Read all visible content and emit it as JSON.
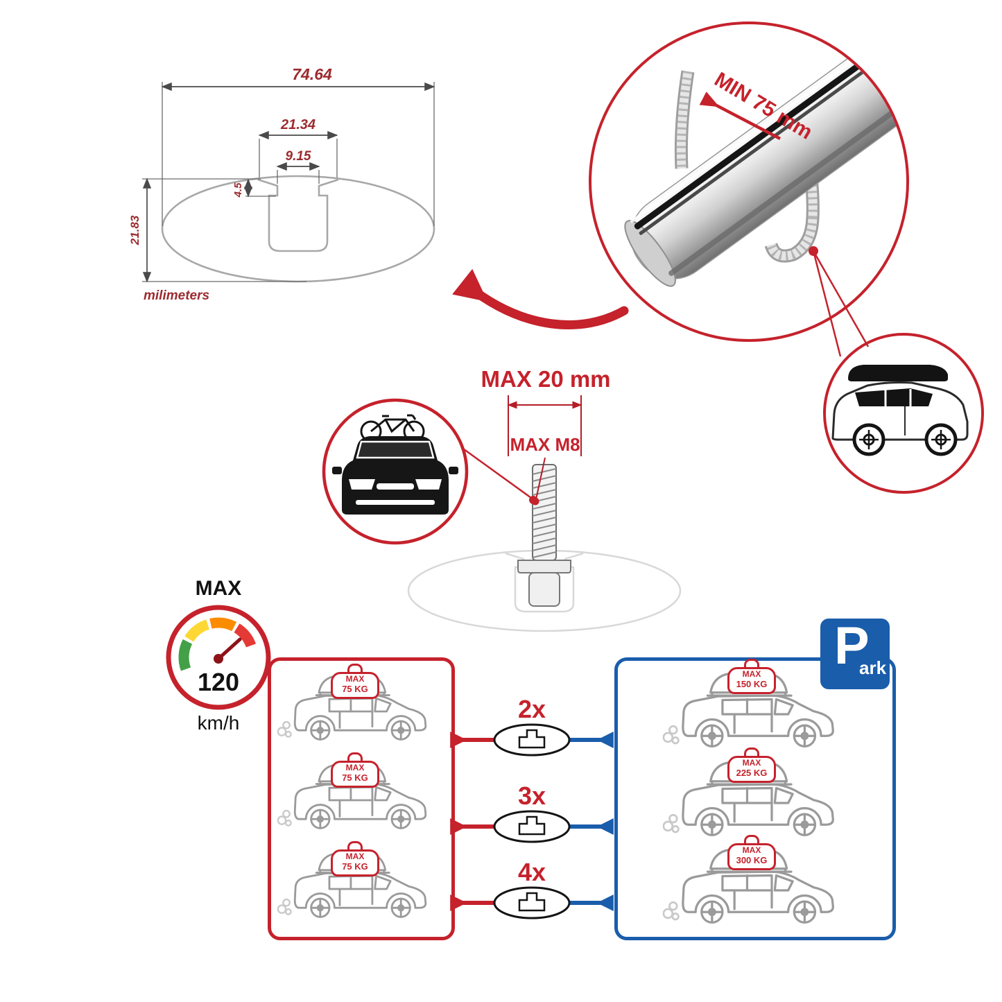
{
  "profile_dimensions": {
    "total_width": "74.64",
    "channel_width": "21.34",
    "slot_width": "9.15",
    "slot_depth": "4.5",
    "height": "21.83",
    "unit_label": "milimeters"
  },
  "crossbar_detail": {
    "min_clamp_label": "MIN 75 mm"
  },
  "bolt_detail": {
    "max_length_label": "MAX 20 mm",
    "max_thread_label": "MAX M8"
  },
  "speed_limit": {
    "title": "MAX",
    "value": "120",
    "unit": "km/h"
  },
  "park_sign": {
    "letter": "P",
    "suffix": "ark"
  },
  "load_panels": {
    "left_cars": [
      {
        "badge_title": "MAX",
        "badge_value": "75 KG"
      },
      {
        "badge_title": "MAX",
        "badge_value": "75 KG"
      },
      {
        "badge_title": "MAX",
        "badge_value": "75 KG"
      }
    ],
    "right_cars": [
      {
        "badge_title": "MAX",
        "badge_value": "150 KG"
      },
      {
        "badge_title": "MAX",
        "badge_value": "225 KG"
      },
      {
        "badge_title": "MAX",
        "badge_value": "300 KG"
      }
    ],
    "multipliers": [
      "2x",
      "3x",
      "4x"
    ]
  },
  "colors": {
    "accent_red": "#c5222c",
    "accent_blue": "#1a5dab",
    "line_gray": "#9a9a9a"
  }
}
